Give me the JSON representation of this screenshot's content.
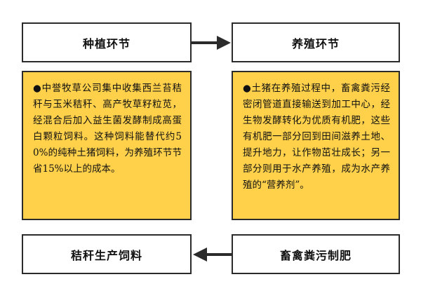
{
  "stages": {
    "planting": "种植环节",
    "breeding": "养殖环节",
    "fertilizer": "畜禽粪污制肥",
    "feed": "秸秆生产饲料"
  },
  "notes": {
    "left": "●中誉牧草公司集中收集西兰苔秸秆与玉米秸秆、高产牧草籽粒苋，经混合后加入益生菌发酵制成高蛋白颗粒饲料。这种饲料能替代约50%的纯种土猪饲料，为养殖环节节省15%以上的成本。",
    "right": "●土猪在养殖过程中，畜禽粪污经密闭管道直接输送到加工中心，经生物发酵转化为优质有机肥，这些有机肥一部分回到田间滋养土地、提升地力，让作物茁壮成长；另一部分则用于水产养殖，成为水产养殖的“营养剂”。"
  },
  "colors": {
    "note_fill": "#ffd04a",
    "border": "#2b2b2b"
  }
}
